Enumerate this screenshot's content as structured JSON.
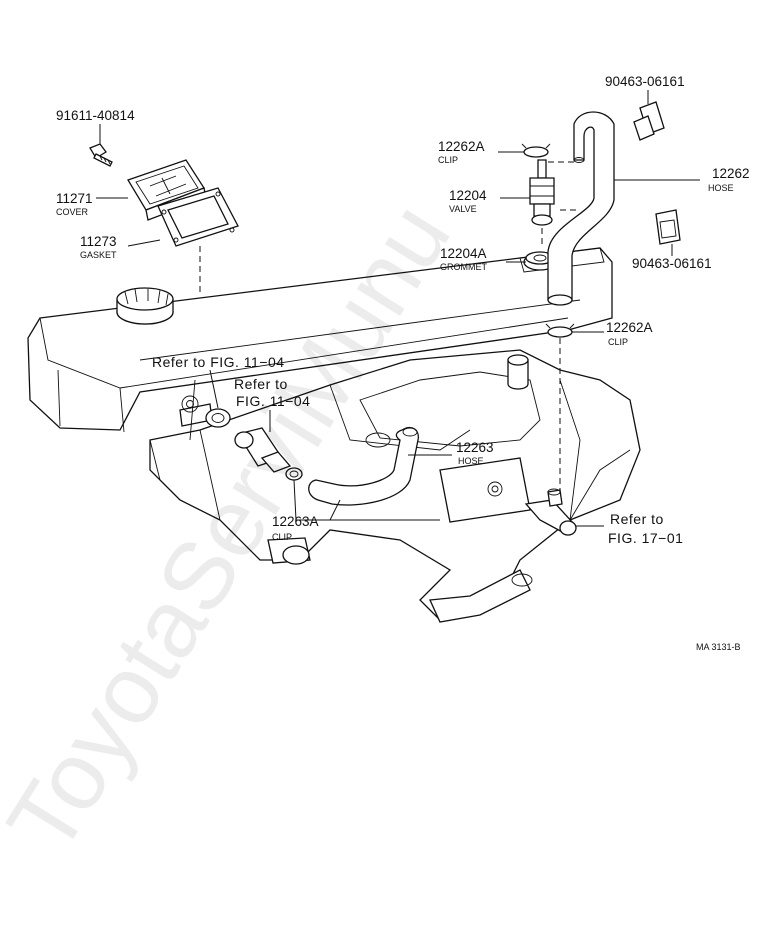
{
  "parts": [
    {
      "number": "91611-40814",
      "name": ""
    },
    {
      "number": "11271",
      "name": "COVER"
    },
    {
      "number": "11273",
      "name": "GASKET"
    },
    {
      "number": "12262A",
      "name": "CLIP"
    },
    {
      "number": "12204",
      "name": "VALVE"
    },
    {
      "number": "12204A",
      "name": "GROMMET"
    },
    {
      "number": "90463-06161",
      "name": ""
    },
    {
      "number": "12262",
      "name": "HOSE"
    },
    {
      "number": "90463-06161",
      "name": ""
    },
    {
      "number": "12262A",
      "name": "CLIP"
    },
    {
      "number": "12263",
      "name": "HOSE"
    },
    {
      "number": "12263A",
      "name": "CLIP"
    }
  ],
  "references": [
    {
      "line1": "Refer to FIG. 11−04",
      "line2": ""
    },
    {
      "line1": "Refer to",
      "line2": "FIG. 11−04"
    },
    {
      "line1": "Refer to",
      "line2": "FIG. 17−01"
    }
  ],
  "diagram_code": "MA  3131-B",
  "watermark": "ToyotaServiMunu"
}
